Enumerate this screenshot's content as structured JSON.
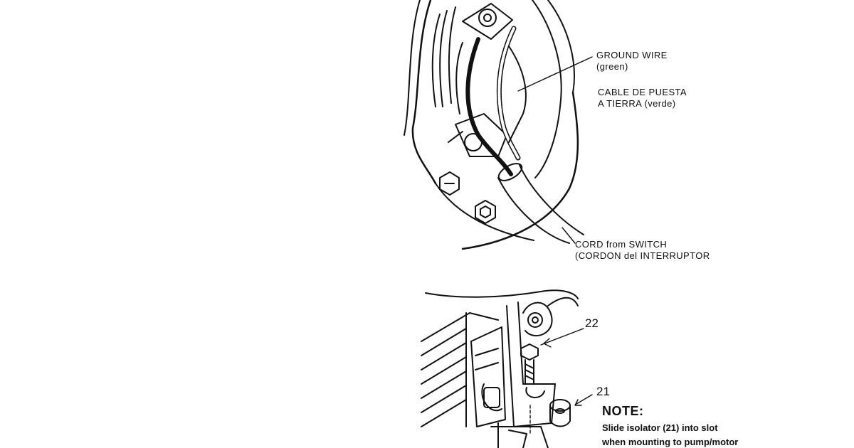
{
  "top_figure": {
    "ground_wire": {
      "line1": "GROUND WIRE",
      "line2": "(green)"
    },
    "ground_wire_es": {
      "line1": "CABLE DE PUESTA",
      "line2": "A TIERRA (verde)"
    },
    "cord": {
      "line1": "CORD from SWITCH",
      "line2": "(CORDON del INTERRUPTOR"
    }
  },
  "bottom_figure": {
    "callout_22": "22",
    "callout_21": "21",
    "note_title": "NOTE:",
    "note_line1": "Slide isolator (21) into slot",
    "note_line2": "when mounting to pump/motor"
  },
  "colors": {
    "ink": "#111111",
    "paper": "#ffffff"
  }
}
